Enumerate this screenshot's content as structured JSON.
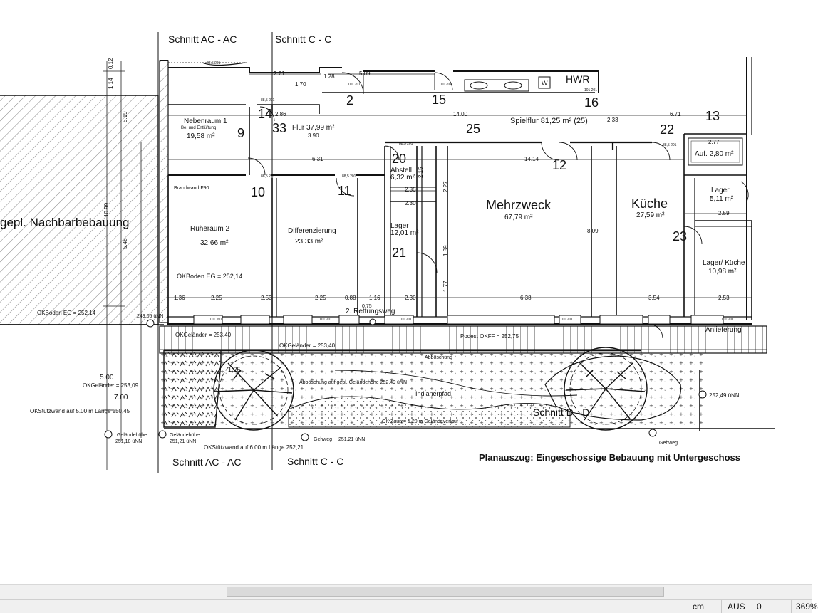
{
  "drawing": {
    "title": "Planauszug: Eingeschossige Bebauung mit  Untergeschoss",
    "neighbor_label": "gepl. Nachbarbebauung",
    "section_labels": {
      "ac_top": "Schnitt AC - AC",
      "c_top": "Schnitt C - C",
      "ac_bottom": "Schnitt AC - AC",
      "c_bottom": "Schnitt C - C",
      "d": "Schnitt D - D"
    },
    "rooms": {
      "nebenraum": "Nebenraum 1",
      "nebenraum_sub": "Be. und Entlüftung",
      "nebenraum_area": "19,58 m²",
      "flur": "Flur 37,99 m²",
      "spielflur": "Spielflur 81,25 m² (25)",
      "hwr": "HWR",
      "abstell": "Abstell",
      "abstell_area": "6,32 m²",
      "lager1": "Lager",
      "lager1_area": "12,01 m²",
      "mehrzweck": "Mehrzweck",
      "mehrzweck_area": "67,79 m²",
      "kueche": "Küche",
      "kueche_area": "27,59 m²",
      "aufzug": "Auf. 2,80 m²",
      "lager2": "Lager",
      "lager2_area": "5,11 m²",
      "lagerkueche": "Lager/ Küche",
      "lagerkueche_area": "10,98 m²",
      "ruheraum": "Ruheraum 2",
      "ruheraum_area": "32,66 m²",
      "differenzierung": "Differenzierung",
      "differenzierung_area": "23,33 m²",
      "rettungsweg": "2. Rettungsweg",
      "anlieferung": "Anlieferung",
      "indianerpfad": "Indianerpfad",
      "brandwand": "Brandwand F90",
      "abboschung": "Abböschung",
      "abboschung2": "Abböschung auf gepl. Geländehöhe  252,49 üNN"
    },
    "room_numbers": [
      "2",
      "15",
      "16",
      "14",
      "33",
      "9",
      "25",
      "13",
      "22",
      "20",
      "12",
      "10",
      "11",
      "21",
      "23"
    ],
    "levels": {
      "ok_boden_eg_room": "OKBoden EG = 252,14",
      "ok_boden_eg_left": "OKBoden EG = 252,14",
      "ok_gelaender_left": "OKGeländer = 253,09",
      "ok_stuetzwand_left": "OKStützwand auf 5.00 m Länge  250,45",
      "ok_gelaender_terrace": "OKGeländer = 253,40",
      "ok_gelaender_mid": "OKGeländer = 253,40",
      "podest": "Podest OKFF = 252,75",
      "ok_stuetzwand_bottom": "OKStützwand auf 6.00 m Länge  252,21",
      "gelaendehoehe_left": "Geländehöhe",
      "gelaendehoehe_left_val": "251,18 üNN",
      "gelaendehoehe_mid": "Geländehöhe",
      "gelaendehoehe_mid_val": "251,21 üNN",
      "gehweg": "Gehweg",
      "gehweg_val": "251,21 üNN",
      "gehweg_right": "Gehweg",
      "spot_right": "252,49 üNN",
      "spot_left": "249,05 üNN",
      "ok_zaun": "OK Zaun = 1.20 m Geländeverlauf",
      "level_125": "1.25",
      "level_075": "0.75"
    },
    "dimensions": {
      "d500": "5.00",
      "d700": "7.00",
      "row1": [
        "1.36",
        "2.25",
        "2.53",
        "2.25",
        "0.88",
        "1.16",
        "2.30",
        "6.38",
        "3.54",
        "2.53"
      ],
      "flur_dims": [
        "2.71",
        "5.09",
        "2.86",
        "14.00",
        "2.33",
        "6.71",
        "3.90",
        "6.31",
        "14.14",
        "2.30",
        "2.30",
        "8.09",
        "2.77",
        "2.59",
        "1.28",
        "1.70"
      ],
      "vertical_left": [
        "0.12",
        "1.14",
        "5.19",
        "10.99",
        "5.48"
      ],
      "vertical_mid": [
        "2.15",
        "2.27",
        "1.89",
        "1.77"
      ]
    },
    "window_tag": "101\n201",
    "door_tag": "88,5\n201"
  },
  "statusbar": {
    "units": "cm",
    "mode": "AUS",
    "value": "0",
    "zoom": "369%"
  }
}
